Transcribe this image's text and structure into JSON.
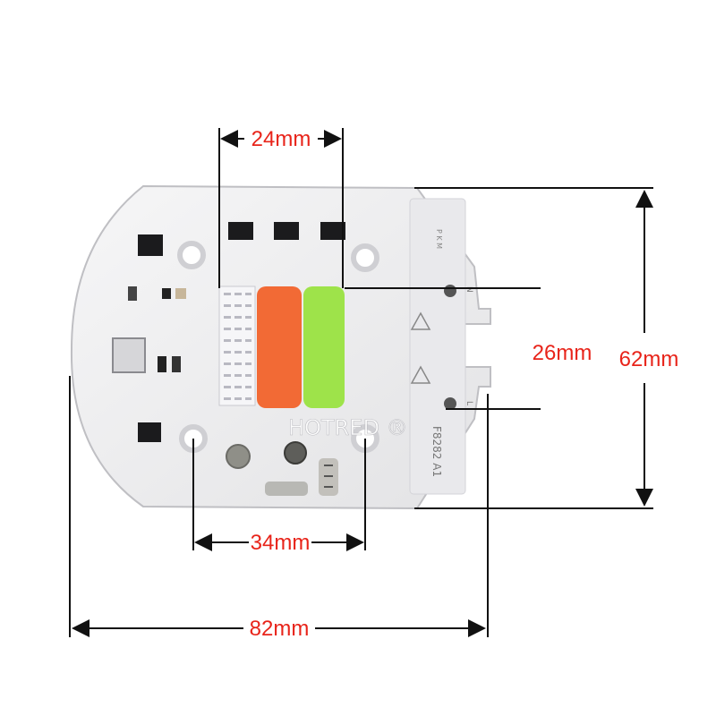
{
  "brand": {
    "watermark": "HOTRED ®",
    "board_marking": "F8282 A1"
  },
  "colors": {
    "dimension_text": "#e8241a",
    "dimension_line": "#111111",
    "board": "#eeeeef",
    "red_chip": "#f26a35",
    "green_chip": "#9ee34a"
  },
  "dimensions": {
    "chip_width": "24mm",
    "mount_hole_spacing": "34mm",
    "board_width": "82mm",
    "board_height": "62mm",
    "pad_spacing": "26mm"
  },
  "pads": {
    "top": "N",
    "bottom": "L"
  },
  "silkscreen": {
    "top_right": "P K M"
  }
}
